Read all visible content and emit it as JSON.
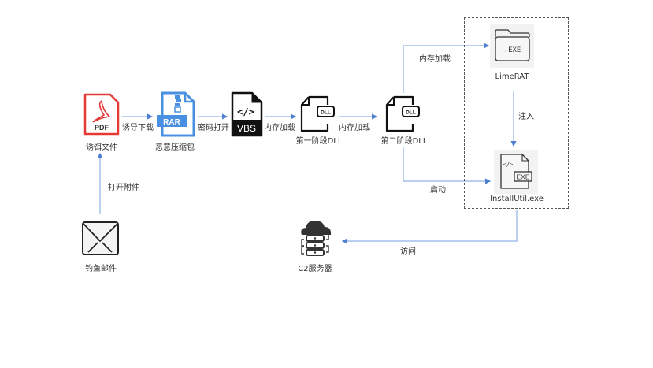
{
  "diagram": {
    "title": "",
    "accent_color": "#5B8FD9",
    "nodes": [
      {
        "id": "pdf",
        "label": "诱饵文件",
        "icon": "pdf-file-icon",
        "icon_text": "PDF",
        "color": "#E53935"
      },
      {
        "id": "rar",
        "label": "恶意压缩包",
        "icon": "rar-archive-icon",
        "icon_text": "RAR",
        "color": "#4A90E2"
      },
      {
        "id": "vbs",
        "label": "",
        "icon": "vbs-script-icon",
        "icon_text": "VBS",
        "icon_code": "</>"
      },
      {
        "id": "dll1",
        "label": "第一阶段DLL",
        "icon": "dll-file-icon",
        "icon_text": "DLL"
      },
      {
        "id": "dll2",
        "label": "第二阶段DLL",
        "icon": "dll-file-icon",
        "icon_text": "DLL"
      },
      {
        "id": "limerat",
        "label": "LimeRAT",
        "icon": "exe-folder-icon",
        "icon_text": ".EXE"
      },
      {
        "id": "installutil",
        "label": "InstallUtil.exe",
        "icon": "exe-file-icon",
        "icon_text": "EXE",
        "icon_code": "</>"
      },
      {
        "id": "mail",
        "label": "钓鱼邮件",
        "icon": "envelope-icon"
      },
      {
        "id": "c2",
        "label": "C2服务器",
        "icon": "cloud-server-icon"
      }
    ],
    "edges": [
      {
        "from": "mail",
        "to": "pdf",
        "label": "打开附件"
      },
      {
        "from": "pdf",
        "to": "rar",
        "label": "诱导下载"
      },
      {
        "from": "rar",
        "to": "vbs",
        "label": "密码打开"
      },
      {
        "from": "vbs",
        "to": "dll1",
        "label": "内存加载"
      },
      {
        "from": "dll1",
        "to": "dll2",
        "label": "内存加载"
      },
      {
        "from": "dll2",
        "to": "limerat",
        "label": "内存加载"
      },
      {
        "from": "dll2",
        "to": "installutil",
        "label": "启动"
      },
      {
        "from": "limerat",
        "to": "installutil",
        "label": "注入"
      },
      {
        "from": "installutil",
        "to": "c2",
        "label": "访问"
      }
    ]
  }
}
